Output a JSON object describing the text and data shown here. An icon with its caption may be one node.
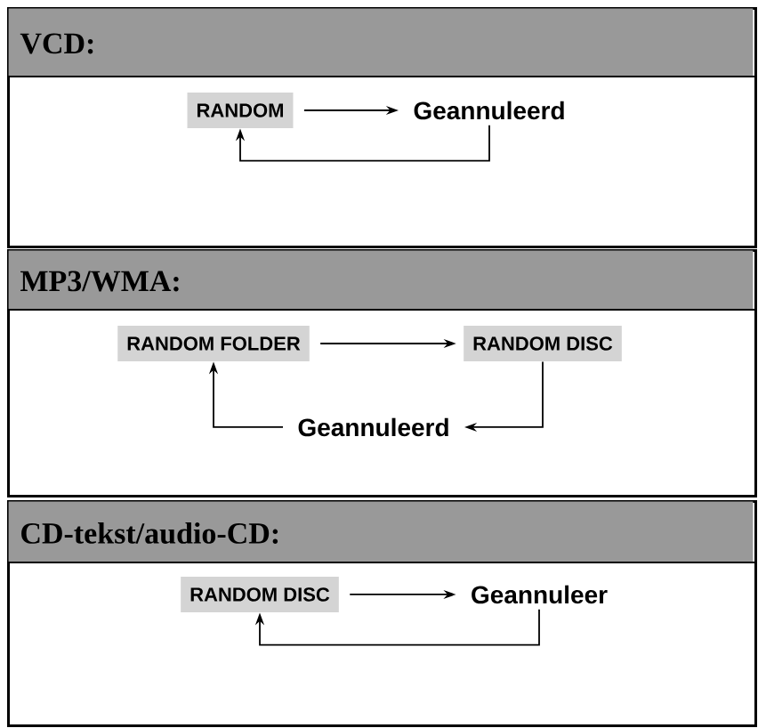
{
  "diagram": {
    "nodes": [
      {
        "text": [
          "VCD:"
        ]
      },
      {
        "text": [
          "RANDOM"
        ],
        "in": 0
      },
      {
        "text": [
          "Geannuleerd"
        ],
        "in": 0
      },
      {
        "text": [
          "MP3/WMA:"
        ]
      },
      {
        "text": [
          "RANDOM FOLDER"
        ],
        "in": 3
      },
      {
        "text": [
          "RANDOM DISC"
        ],
        "in": 3
      },
      {
        "text": [
          "Geannuleerd"
        ],
        "in": 3
      },
      {
        "text": [
          "CD-tekst/audio-CD:"
        ]
      },
      {
        "text": [
          "RANDOM DISC"
        ],
        "in": 7
      },
      {
        "text": [
          "Geannuleer"
        ],
        "in": 7
      }
    ],
    "edges": [
      {
        "from": 1,
        "to": 2,
        "arrow": "to"
      },
      {
        "from": 2,
        "to": 1,
        "arrow": "to"
      },
      {
        "from": 4,
        "to": 5,
        "arrow": "to"
      },
      {
        "from": 5,
        "to": 6,
        "arrow": "to"
      },
      {
        "from": 6,
        "to": 4,
        "arrow": "to"
      },
      {
        "from": 8,
        "to": 9,
        "arrow": "to"
      },
      {
        "from": 9,
        "to": 8,
        "arrow": "to"
      }
    ]
  }
}
